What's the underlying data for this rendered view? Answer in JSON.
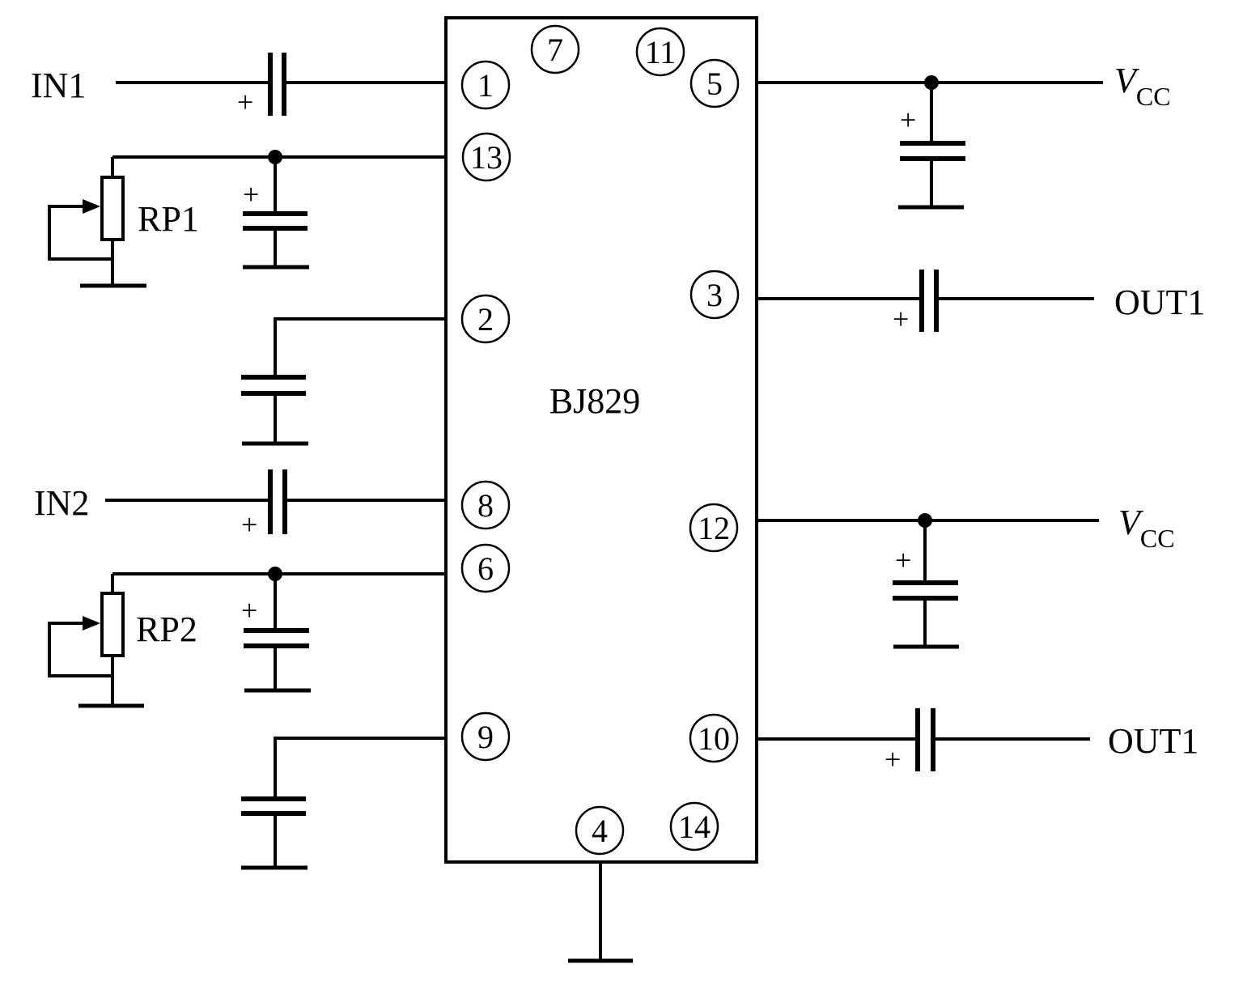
{
  "chip": {
    "label": "BJ829"
  },
  "pins": {
    "p1": "1",
    "p2": "2",
    "p3": "3",
    "p4": "4",
    "p5": "5",
    "p6": "6",
    "p7": "7",
    "p8": "8",
    "p9": "9",
    "p10": "10",
    "p11": "11",
    "p12": "12",
    "p13": "13",
    "p14": "14"
  },
  "labels": {
    "in1": "IN1",
    "in2": "IN2",
    "rp1": "RP1",
    "rp2": "RP2",
    "out_top": "OUT1",
    "out_bottom": "OUT1",
    "vcc_main": "V",
    "vcc_sub": "CC",
    "plus": "+"
  }
}
